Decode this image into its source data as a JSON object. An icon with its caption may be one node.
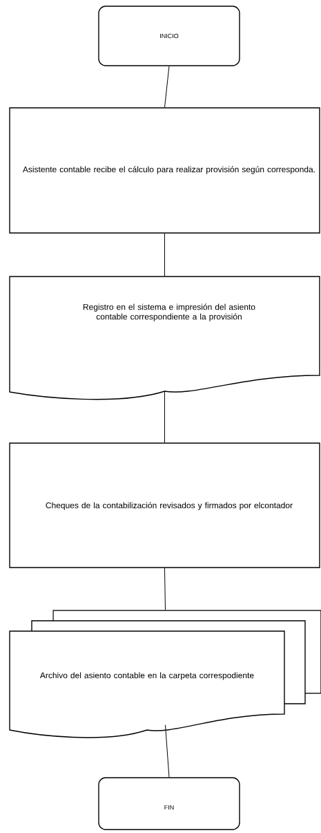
{
  "diagram": {
    "nodes": [
      {
        "text": [
          "INICIO"
        ]
      },
      {
        "text": [
          "Asistente contable recibe el cálculo para realizar provisión según corresponda."
        ]
      },
      {
        "text": [
          "Registro en el sistema e impresión del asiento contable correspondiente a la provisión"
        ]
      },
      {
        "text": [
          "Cheques de la contabilización revisados y firmados por elcontador"
        ]
      },
      {
        "text": [
          "Archivo del asiento contable en la carpeta correspodiente"
        ]
      },
      {
        "text": [
          "FIN"
        ]
      }
    ],
    "edges": [
      {
        "from": 0,
        "to": 1,
        "arrow": "none"
      },
      {
        "from": 1,
        "to": 2,
        "arrow": "none"
      },
      {
        "from": 2,
        "to": 3,
        "arrow": "none"
      },
      {
        "from": 3,
        "to": 4,
        "arrow": "none"
      },
      {
        "from": 4,
        "to": 5,
        "arrow": "none"
      }
    ]
  }
}
